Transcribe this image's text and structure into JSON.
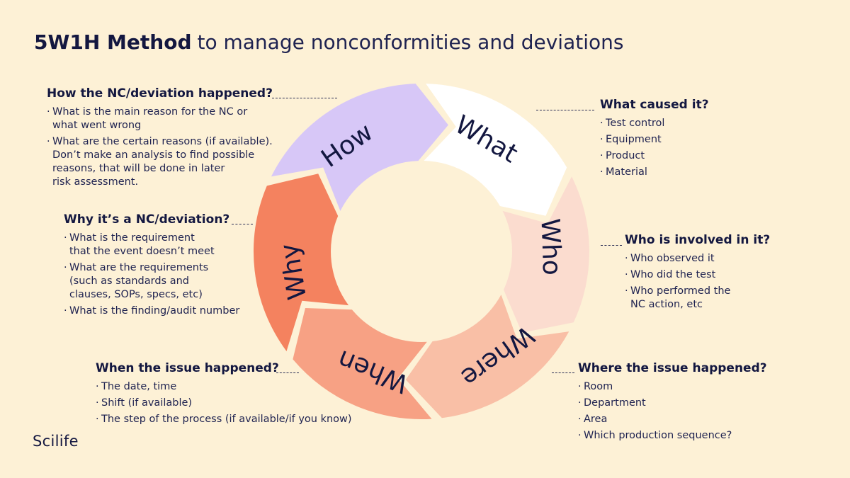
{
  "title": {
    "bold": "5W1H Method",
    "rest": "to manage nonconformities and deviations"
  },
  "wheel": {
    "segments": [
      {
        "label": "What",
        "color": "#ffffff"
      },
      {
        "label": "Who",
        "color": "#fbdccf"
      },
      {
        "label": "Where",
        "color": "#f9bfa6"
      },
      {
        "label": "When",
        "color": "#f7a184"
      },
      {
        "label": "Why",
        "color": "#f4825f"
      },
      {
        "label": "How",
        "color": "#d7c7f7"
      }
    ],
    "label_color": "#131740"
  },
  "blocks": {
    "how": {
      "heading": "How the NC/deviation happened?",
      "items": [
        "What is the main reason for the NC or\nwhat went wrong",
        "What are the certain reasons (if available).\nDon’t make an analysis to find possible\nreasons, that will be done in later\nrisk assessment."
      ]
    },
    "what": {
      "heading": "What caused it?",
      "items": [
        "Test control",
        "Equipment",
        "Product",
        "Material"
      ]
    },
    "why": {
      "heading": "Why it’s a NC/deviation?",
      "items": [
        "What is the requirement\nthat the event doesn’t meet",
        "What are the requirements\n(such as standards and\nclauses, SOPs, specs, etc)",
        "What is the finding/audit number"
      ]
    },
    "who": {
      "heading": "Who is involved in it?",
      "items": [
        "Who observed it",
        "Who did the test",
        "Who performed the\nNC action, etc"
      ]
    },
    "when": {
      "heading": "When the issue happened?",
      "items": [
        "The date, time",
        "Shift (if available)",
        "The step of the process (if available/if you know)"
      ]
    },
    "where": {
      "heading": "Where the issue happened?",
      "items": [
        "Room",
        "Department",
        "Area",
        "Which production sequence?"
      ]
    }
  },
  "logo": "Scilife"
}
